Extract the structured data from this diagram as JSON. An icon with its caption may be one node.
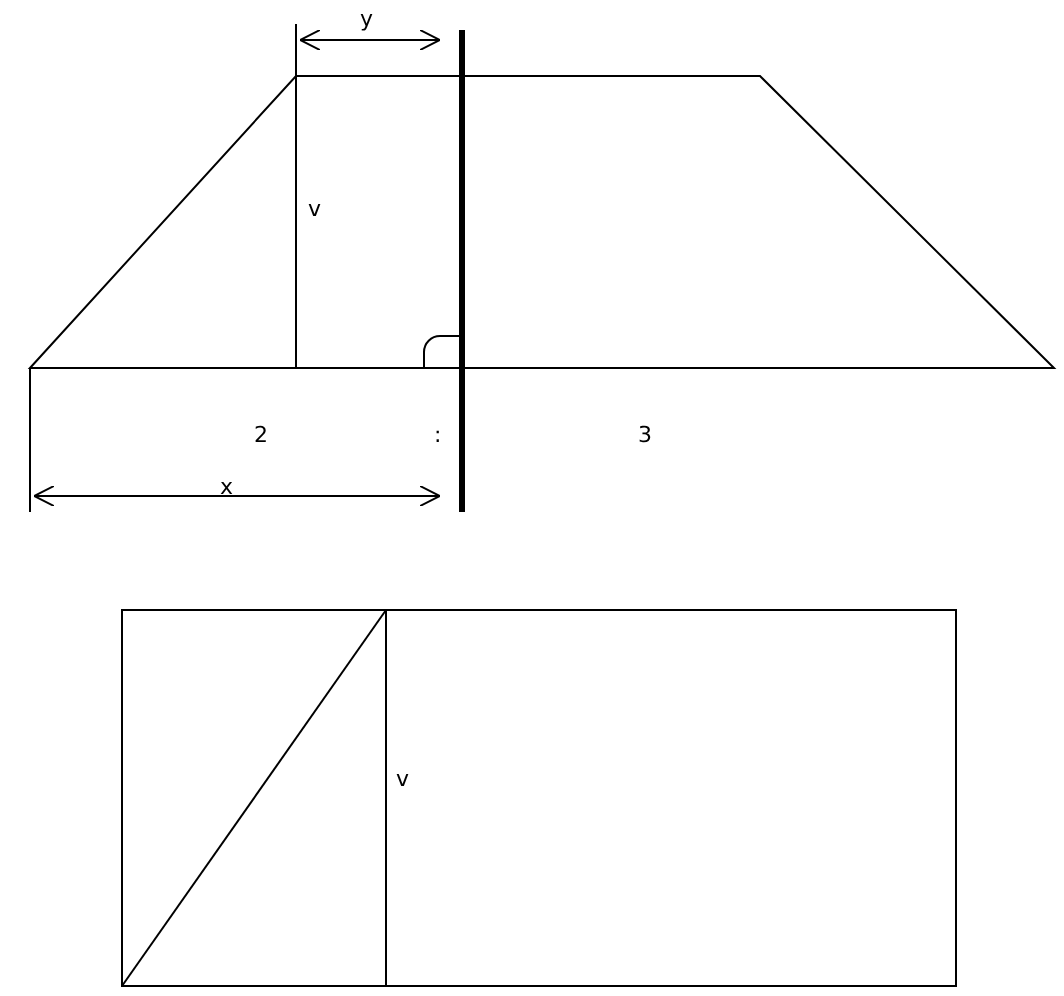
{
  "diagram": {
    "labels": [
      "y",
      "v",
      "2",
      ":",
      "3",
      "x",
      "v"
    ]
  }
}
